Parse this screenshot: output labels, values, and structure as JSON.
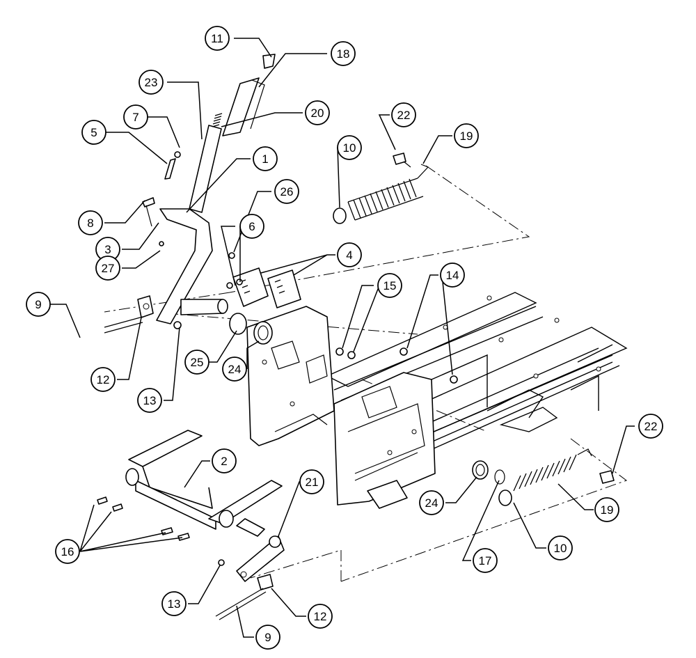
{
  "callouts": [
    {
      "id": "c11",
      "label": "11"
    },
    {
      "id": "c18",
      "label": "18"
    },
    {
      "id": "c23",
      "label": "23"
    },
    {
      "id": "c7",
      "label": "7"
    },
    {
      "id": "c20",
      "label": "20"
    },
    {
      "id": "c5",
      "label": "5"
    },
    {
      "id": "c1",
      "label": "1"
    },
    {
      "id": "c22a",
      "label": "22"
    },
    {
      "id": "c19a",
      "label": "19"
    },
    {
      "id": "c10a",
      "label": "10"
    },
    {
      "id": "c8",
      "label": "8"
    },
    {
      "id": "c26",
      "label": "26"
    },
    {
      "id": "c3",
      "label": "3"
    },
    {
      "id": "c6",
      "label": "6"
    },
    {
      "id": "c4",
      "label": "4"
    },
    {
      "id": "c27",
      "label": "27"
    },
    {
      "id": "c15",
      "label": "15"
    },
    {
      "id": "c14",
      "label": "14"
    },
    {
      "id": "c9a",
      "label": "9"
    },
    {
      "id": "c25",
      "label": "25"
    },
    {
      "id": "c24a",
      "label": "24"
    },
    {
      "id": "c12a",
      "label": "12"
    },
    {
      "id": "c13a",
      "label": "13"
    },
    {
      "id": "c22b",
      "label": "22"
    },
    {
      "id": "c2",
      "label": "2"
    },
    {
      "id": "c21",
      "label": "21"
    },
    {
      "id": "c24b",
      "label": "24"
    },
    {
      "id": "c19b",
      "label": "19"
    },
    {
      "id": "c16",
      "label": "16"
    },
    {
      "id": "c10b",
      "label": "10"
    },
    {
      "id": "c17",
      "label": "17"
    },
    {
      "id": "c13b",
      "label": "13"
    },
    {
      "id": "c12b",
      "label": "12"
    },
    {
      "id": "c9b",
      "label": "9"
    }
  ]
}
